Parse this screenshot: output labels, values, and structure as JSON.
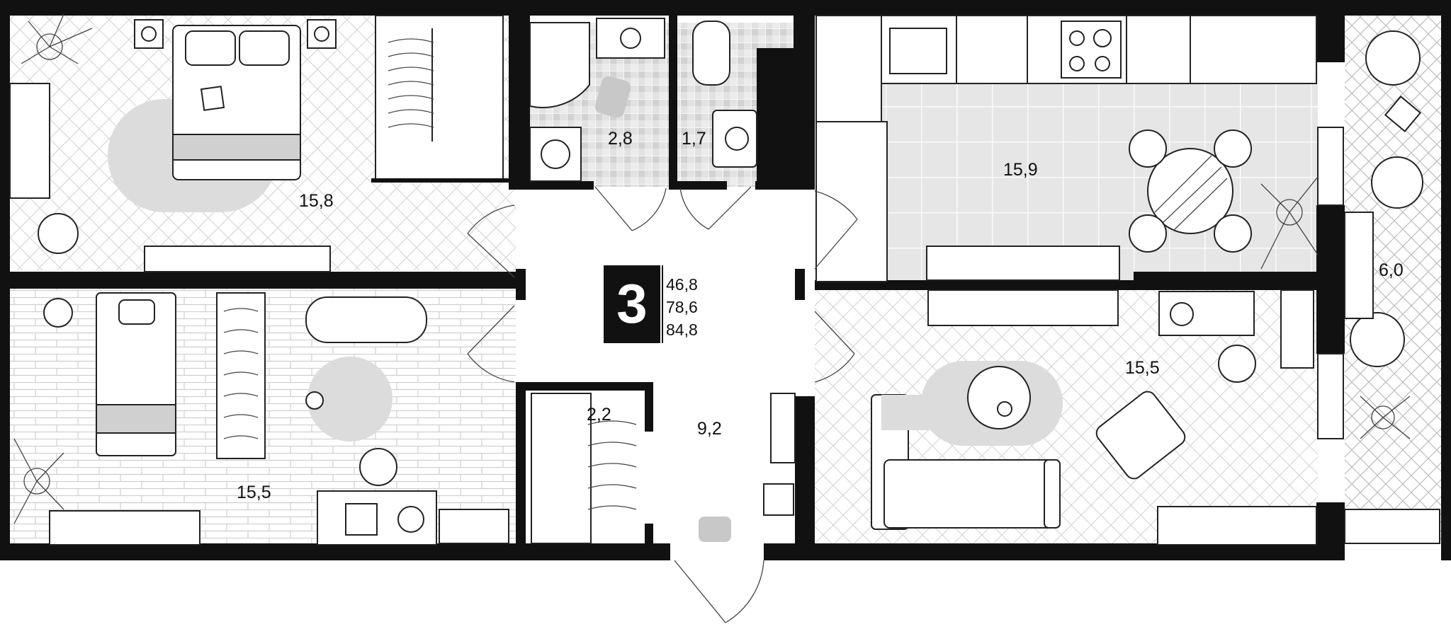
{
  "plan": {
    "room_count": "3",
    "areas": {
      "living": "46,8",
      "total": "78,6",
      "with_balcony": "84,8"
    },
    "rooms": [
      {
        "id": "bedroom-top-left",
        "area": "15,8"
      },
      {
        "id": "bathroom",
        "area": "2,8"
      },
      {
        "id": "toilet",
        "area": "1,7"
      },
      {
        "id": "kitchen",
        "area": "15,9"
      },
      {
        "id": "balcony",
        "area": "6,0"
      },
      {
        "id": "bedroom-bottom-left",
        "area": "15,5"
      },
      {
        "id": "closet",
        "area": "2,2"
      },
      {
        "id": "hallway",
        "area": "9,2"
      },
      {
        "id": "living-room",
        "area": "15,5"
      }
    ],
    "colors": {
      "wall": "#111111",
      "floor_tile": "#e4e4e4",
      "rug": "#d9d9d9",
      "badge": "#111111"
    },
    "icons": [
      "plant-icon",
      "bed-icon",
      "sofa-icon",
      "armchair-icon",
      "table-icon",
      "toilet-icon",
      "sink-icon",
      "shower-icon",
      "stove-icon",
      "wardrobe-icon",
      "ball-icon",
      "lamp-icon"
    ]
  }
}
